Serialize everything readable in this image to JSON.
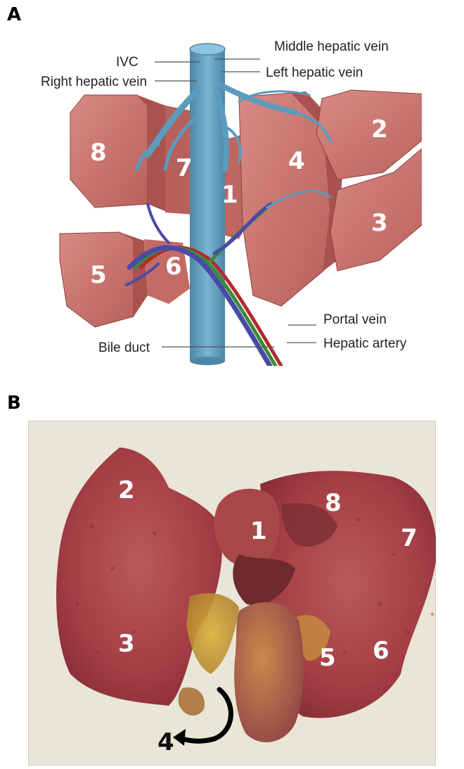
{
  "panels": {
    "a": {
      "letter": "A"
    },
    "b": {
      "letter": "B"
    }
  },
  "diagram": {
    "labels": {
      "ivc": "IVC",
      "middle_hepatic_vein": "Middle hepatic vein",
      "right_hepatic_vein": "Right hepatic vein",
      "left_hepatic_vein": "Left hepatic vein",
      "portal_vein": "Portal vein",
      "bile_duct": "Bile duct",
      "hepatic_artery": "Hepatic artery"
    },
    "segments": [
      "1",
      "2",
      "3",
      "4",
      "5",
      "6",
      "7",
      "8"
    ]
  },
  "photo": {
    "segments": [
      "1",
      "2",
      "3",
      "5",
      "6",
      "7",
      "8"
    ],
    "arrow_segment": "4"
  },
  "colors": {
    "liver_face": "#c7706b",
    "liver_top": "#b35a57",
    "liver_dark": "#9c4a48",
    "vein": "#5b9bbd",
    "portal_vein": "#4a4aa6",
    "bile_duct": "#3a8a3a",
    "artery": "#b52a2a",
    "photo_background": "#e9e5d7",
    "tissue": "#a53e45"
  }
}
